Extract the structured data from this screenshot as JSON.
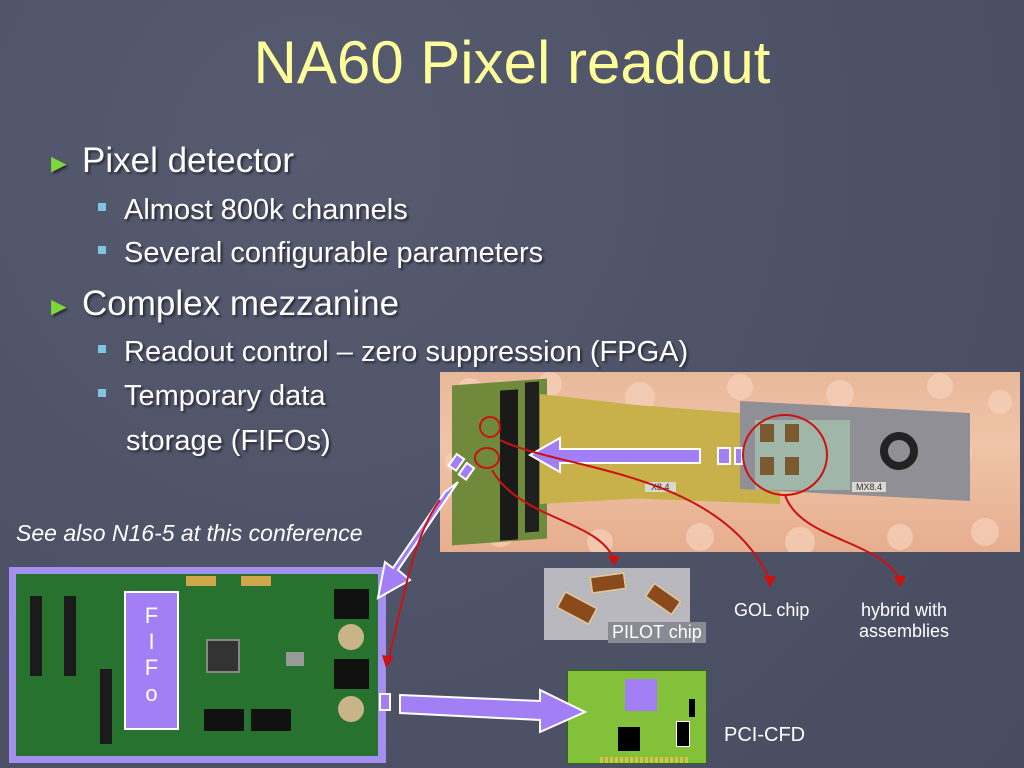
{
  "slide": {
    "title": "NA60 Pixel readout",
    "bullets": [
      {
        "text": "Pixel detector",
        "sub": [
          "Almost 800k channels",
          "Several configurable parameters"
        ]
      },
      {
        "text": "Complex mezzanine",
        "sub": [
          "Readout control – zero suppression (FPGA)",
          "Temporary data",
          "storage (FIFOs)"
        ]
      }
    ],
    "note": "See also N16-5 at this conference",
    "labels": {
      "fifo": [
        "F",
        "I",
        "F",
        "o"
      ],
      "pilot_chip": "PILOT chip",
      "gol_chip": "GOL chip",
      "hybrid_line1": "hybrid with",
      "hybrid_line2": "assemblies",
      "pci_cfd": "PCI-CFD",
      "board_mark_1": "X8.4",
      "board_mark_2": "MX8.4"
    },
    "colors": {
      "title": "#ffff99",
      "bullet_arrow": "#7dd63a",
      "sub_bullet": "#7fc4e0",
      "flow_arrow": "#a37ff5",
      "annotation_red": "#cc1111"
    }
  }
}
